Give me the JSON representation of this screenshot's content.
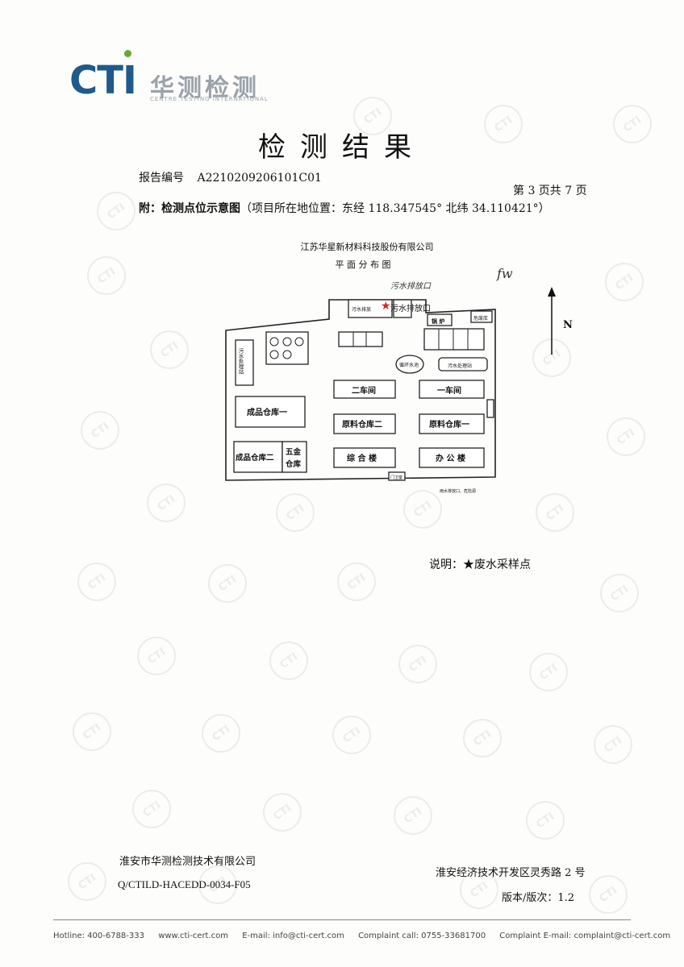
{
  "header": {
    "logo_text": "CTI",
    "logo_cn": "华测检测",
    "logo_en": "CENTRE TESTING INTERNATIONAL"
  },
  "title": "检测结果",
  "report": {
    "number_label": "报告编号",
    "number": "A2210209206101C01",
    "page": "第 3 页共 7 页"
  },
  "attachment": {
    "label": "附：检测点位示意图",
    "location": "（项目所在地位置：东经 118.347545° 北纬 34.110421°）"
  },
  "map": {
    "company": "江苏华星新材料科技股份有限公司",
    "subtitle": "平 面 分 布 图",
    "handwritten_top": "污水排放口",
    "handwritten_mark": "fw",
    "north": "N",
    "star_label": "污水排放口",
    "buildings": {
      "sewage_station_left": "污水处理站",
      "sewage_treatment_top": "污水排放",
      "boiler": "锅 炉",
      "waste_store": "危废库",
      "pool": "循环水池",
      "sewage_station_right": "污水处理站",
      "workshop2": "二车间",
      "workshop1": "一车间",
      "product_store1": "成品仓库一",
      "raw_store2": "原料仓库二",
      "raw_store1": "原料仓库一",
      "product_store2": "成品仓库二",
      "hardware_store_1": "五金",
      "hardware_store_2": "仓库",
      "complex": "综 合 楼",
      "office": "办 公 楼",
      "gate": "门卫室",
      "legend": "雨水排放口、危险源"
    }
  },
  "note": "说明：★废水采样点",
  "company_name": "淮安市华测检测技术有限公司",
  "doc_code": "Q/CTILD-HACEDD-0034-F05",
  "address": "淮安经济技术开发区灵秀路 2 号",
  "version": "版本/版次：1.2",
  "footer": {
    "hotline": "Hotline: 400-6788-333",
    "web": "www.cti-cert.com",
    "email": "E-mail: info@cti-cert.com",
    "complaint_call": "Complaint call: 0755-33681700",
    "complaint_email": "Complaint E-mail: complaint@cti-cert.com"
  }
}
